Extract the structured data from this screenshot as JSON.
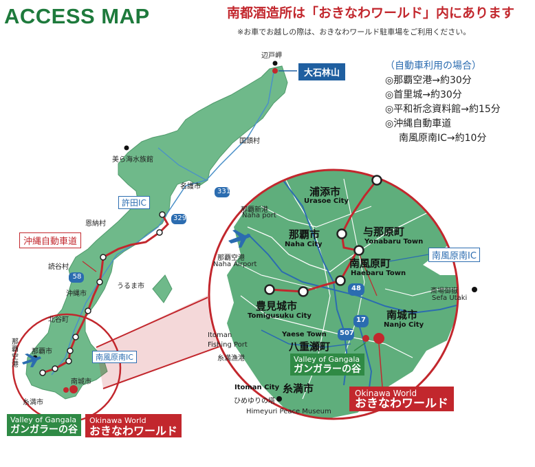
{
  "title": "ACCESS MAP",
  "headline": "南都酒造所は「おきなわワールド」内にあります",
  "note": "※お車でお越しの際は、おきなわワールド駐車場をご利用ください。",
  "drive": {
    "heading": "（自動車利用の場合）",
    "items": [
      "◎那覇空港→約30分",
      "◎首里城→約30分",
      "◎平和祈念資料館→約15分",
      "◎沖縄自動車道"
    ],
    "last": "南風原南IC→約10分"
  },
  "main_map": {
    "places": {
      "hedo": "辺戸岬",
      "kunigami": "国頭村",
      "churaumi": "美ら海水族館",
      "nago": "名護市",
      "onna": "恩納村",
      "yomitan": "読谷村",
      "uruma": "うるま市",
      "okinawa": "沖縄市",
      "chatan": "北谷町",
      "naha": "那覇市",
      "naha_airport": "那覇空港",
      "nanjo": "南城市",
      "itoman": "糸満市"
    },
    "roads": {
      "r331": "331",
      "r329": "329",
      "r58": "58"
    },
    "ic_kyoda": "許田IC",
    "expressway": "沖縄自動車道",
    "ic_haebaru": "南風原南IC",
    "daisekirinzan": "大石林山",
    "gangala": {
      "en": "Valley of Gangala",
      "ja": "ガンガラーの谷"
    },
    "okinawa_world": {
      "en": "Okinawa World",
      "ja": "おきなわワールド"
    }
  },
  "inset_map": {
    "places": {
      "urasoe": {
        "ja": "浦添市",
        "en": "Urasoe City"
      },
      "naha_port": {
        "ja": "那覇新港",
        "en": "Naha port"
      },
      "naha": {
        "ja": "那覇市",
        "en": "Naha City"
      },
      "yonabaru": {
        "ja": "与那原町",
        "en": "Yonabaru Town"
      },
      "airport": {
        "ja": "那覇空港",
        "en": "Naha Airport"
      },
      "haebaru": {
        "ja": "南風原町",
        "en": "Haebaru Town"
      },
      "tomigusuku": {
        "ja": "豊見城市",
        "en": "Tomigusuku City"
      },
      "sefa": {
        "ja": "斎場御嶽",
        "en": "Sefa Utaki"
      },
      "nanjo": {
        "ja": "南城市",
        "en": "Nanjo City"
      },
      "itoman_port": {
        "en1": "Itoman",
        "en2": "Fishing Port",
        "ja": "糸満漁港"
      },
      "yaese": {
        "en": "Yaese Town",
        "ja": "八重瀬町"
      },
      "itoman": {
        "en": "Itoman City",
        "ja": "糸満市"
      },
      "himeyuri": {
        "ja": "ひめゆりの塔",
        "en": "Himeyuri Peace Museum"
      }
    },
    "roads": {
      "r48": "48",
      "r507": "507",
      "r17": "17"
    },
    "ic_haebaru": "南風原南IC",
    "gangala": {
      "en": "Valley of Gangala",
      "ja": "ガンガラーの谷"
    },
    "okinawa_world": {
      "en": "Okinawa World",
      "ja": "おきなわワールド"
    }
  },
  "colors": {
    "land": "#6fb98a",
    "land_inset": "#5fae7c",
    "highway": "#c2272d",
    "road": "#4a90c8",
    "title": "#1e7a3c",
    "accent": "#c2272d"
  }
}
